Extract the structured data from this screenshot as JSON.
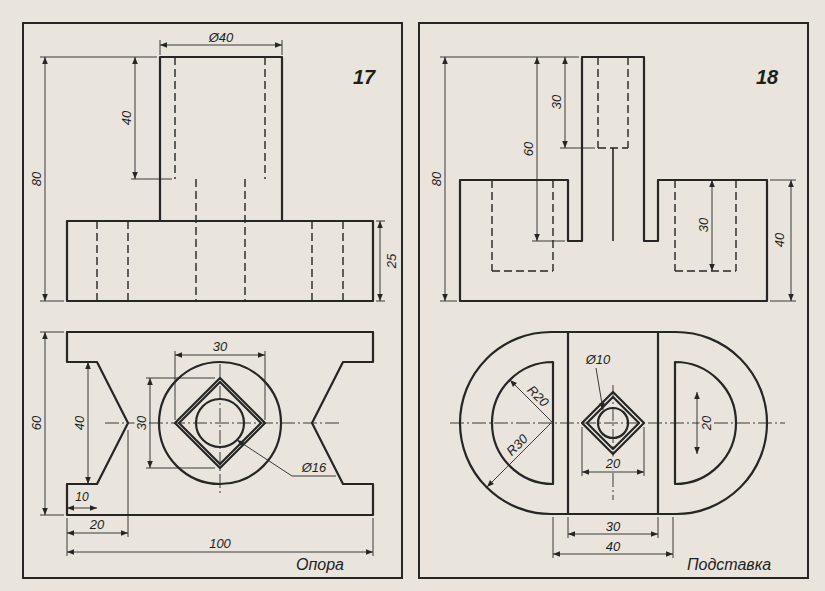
{
  "diagram": {
    "nodes": [
      {
        "text": [
          "17",
          "Опора"
        ]
      },
      {
        "text": [
          "18",
          "Подставка"
        ]
      }
    ],
    "labels": [
      "Ø40",
      "40",
      "80",
      "25",
      "30",
      "40",
      "60",
      "30",
      "Ø16",
      "10",
      "20",
      "100",
      "30",
      "60",
      "80",
      "30",
      "40",
      "Ø10",
      "R20",
      "R30",
      "20",
      "20",
      "30",
      "40"
    ]
  }
}
